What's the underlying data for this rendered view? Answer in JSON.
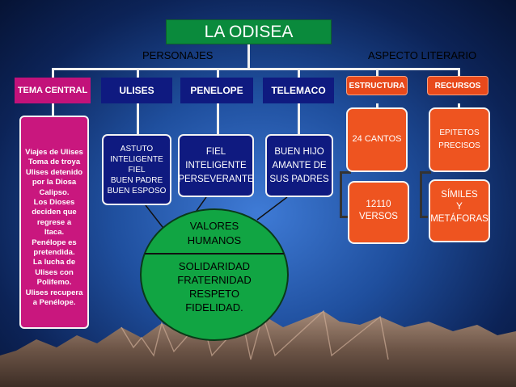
{
  "title": "LA ODISEA",
  "labels": {
    "personajes": "PERSONAJES",
    "aspecto": "ASPECTO LITERARIO"
  },
  "headers": {
    "tema_central": "TEMA CENTRAL",
    "ulises": "ULISES",
    "penelope": "PENELOPE",
    "telemaco": "TELEMACO",
    "estructura": "ESTRUCTURA",
    "recursos": "RECURSOS"
  },
  "boxes": {
    "tema": "Viajes de Ulises\nToma de troya\nUlises detenido\npor la Diosa\nCalipso.\nLos Dioses\ndeciden que\nregrese a\nItaca.\nPenélope es\npretendida.\nLa lucha de\nUlises con\nPolifemo.\nUlises recupera\na Penélope.",
    "ulises": "ASTUTO\nINTELIGENTE\nFIEL\nBUEN PADRE\nBUEN ESPOSO",
    "penelope": "FIEL\nINTELIGENTE\nPERSEVERANTE",
    "telemaco": "BUEN HIJO\nAMANTE DE\nSUS PADRES",
    "cantos": "24 CANTOS",
    "versos": "12110\nVERSOS",
    "recursos_top": "EPITETOS\nPRECISOS",
    "recursos_bottom": "SÍMILES\nY\nMETÁFORAS"
  },
  "valores": {
    "title": "VALORES\nHUMANOS",
    "items": "SOLIDARIDAD\nFRATERNIDAD\nRESPETO\nFIDELIDAD."
  },
  "colors": {
    "background": "#1f4f9e",
    "title_green": "#0a8a3c",
    "header_blue": "#0f1a80",
    "magenta": "#c9177e",
    "orange": "#ee5420",
    "ellipse_green": "#11a543"
  }
}
